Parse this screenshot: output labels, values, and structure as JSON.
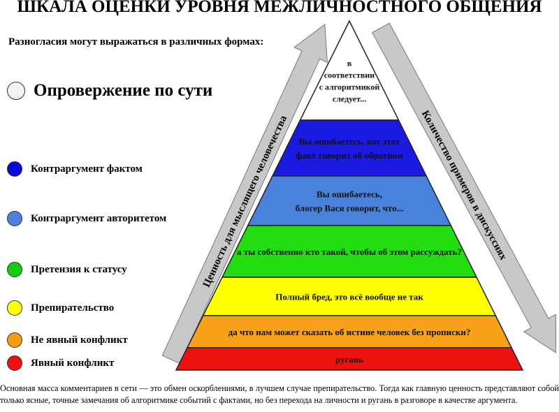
{
  "title": "ШКАЛА ОЦЕНКИ УРОВНЯ МЕЖЛИЧНОСТНОГО ОБЩЕНИЯ",
  "subtitle": "Разногласия могут выражаться в различных формах:",
  "legend": [
    {
      "label": "Опровержение по сути",
      "color": "#f2f2f2"
    },
    {
      "label": "Контраргумент фактом",
      "color": "#0a0ad8"
    },
    {
      "label": "Контраргумент авторитетом",
      "color": "#4f7fdc"
    },
    {
      "label": "Претензия к статусу",
      "color": "#11cc11"
    },
    {
      "label": "Препирательство",
      "color": "#ffff00"
    },
    {
      "label": "Не явный конфликт",
      "color": "#f59d10"
    },
    {
      "label": "Явный конфликт",
      "color": "#ee1111"
    }
  ],
  "pyramid": [
    {
      "lines": [
        "в",
        "соответствии",
        "с алгоритмикой",
        "следует..."
      ],
      "color": "#ffffff"
    },
    {
      "lines": [
        "Вы ошибаетесь, вот этот",
        "факт говорит об обратном"
      ],
      "color": "#1a1ae0"
    },
    {
      "lines": [
        "Вы ошибаетесь,",
        "блогер Вася говорит, что..."
      ],
      "color": "#4a82db"
    },
    {
      "lines": [
        "а ты собственно кто такой, чтобы об этом рассуждать?"
      ],
      "color": "#22dd11"
    },
    {
      "lines": [
        "Полный бред, это всё вообще не так"
      ],
      "color": "#ffff00"
    },
    {
      "lines": [
        "да что нам может сказать об истине человек без прописки?"
      ],
      "color": "#f7a01a"
    },
    {
      "lines": [
        "ругань"
      ],
      "color": "#ee1111"
    }
  ],
  "arrows": {
    "left": "Ценность для мыслящего человечества",
    "right": "Количество примеров в дискуссиях",
    "color": "#c8c8c8"
  },
  "footer": "Основная масса комментариев в сети — это обмен оскорблениями, в лучшем случае препирательство. Тогда как главную ценность представляют собой только ясные, точные замечания об алгоритмике событий с фактами, но без перехода на личности и ругань в разговоре в качестве аргумента."
}
